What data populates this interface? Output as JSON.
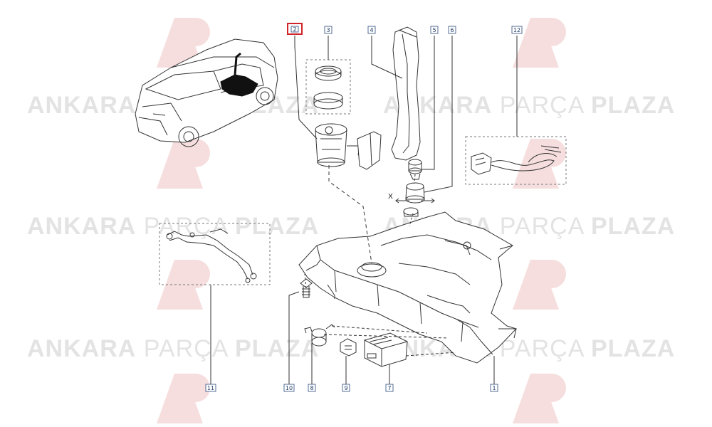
{
  "watermark": {
    "part1": "ANKARA",
    "part2": "PARÇA",
    "part3": "PLAZA",
    "logo_text": "AP"
  },
  "callouts": [
    {
      "id": "c2",
      "label": "2",
      "highlighted": true
    },
    {
      "id": "c3",
      "label": "3",
      "highlighted": false
    },
    {
      "id": "c4",
      "label": "4",
      "highlighted": false
    },
    {
      "id": "c5",
      "label": "5",
      "highlighted": false
    },
    {
      "id": "c6",
      "label": "6",
      "highlighted": false
    },
    {
      "id": "c12",
      "label": "12",
      "highlighted": false
    },
    {
      "id": "c11",
      "label": "11",
      "highlighted": false
    },
    {
      "id": "c10",
      "label": "10",
      "highlighted": false
    },
    {
      "id": "c8",
      "label": "8",
      "highlighted": false
    },
    {
      "id": "c9",
      "label": "9",
      "highlighted": false
    },
    {
      "id": "c7",
      "label": "7",
      "highlighted": false
    },
    {
      "id": "c1",
      "label": "1",
      "highlighted": false
    }
  ],
  "dimension_label": "X",
  "colors": {
    "line": "#333333",
    "callout_border": "#2a4a7a",
    "highlight": "#d0242a",
    "watermark": "#e3e3e3",
    "watermark_logo": "#f3d6d6"
  }
}
